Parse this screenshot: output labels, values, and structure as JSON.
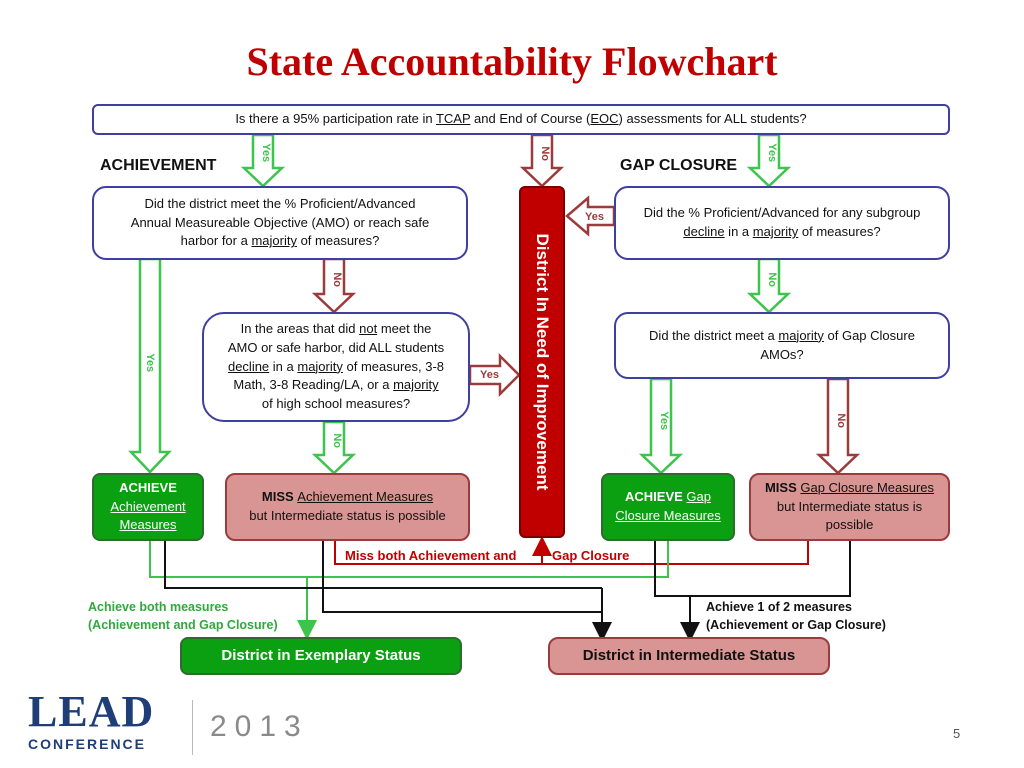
{
  "title": "State Accountability Flowchart",
  "colors": {
    "title": "#c00000",
    "blue_border": "#3f3f9f",
    "green": "#0aa012",
    "pink": "#d99594",
    "red": "#c00000",
    "green_arrow": "#3cc44c",
    "dark_red_arrow": "#9b3b3b"
  },
  "top_question": {
    "pre": "Is there a 95% participation rate in ",
    "tcap": "TCAP",
    "mid": " and End of Course (",
    "eoc": "EOC",
    "post": ") assessments for ALL students?"
  },
  "headers": {
    "achievement": "ACHIEVEMENT",
    "gap_closure": "GAP CLOSURE"
  },
  "q_amo": {
    "l1": "Did the district  meet the  % Proficient/Advanced",
    "l2": "Annual Measureable Objective (AMO) or reach safe",
    "l3a": "harbor for a ",
    "l3u": "majority",
    "l3b": " of measures?"
  },
  "q_decline": {
    "l1a": "In the areas that did ",
    "l1u": "not",
    "l1b": " meet the",
    "l2": "AMO or safe harbor, did ALL students",
    "l3u1": "decline",
    "l3a": " in a ",
    "l3u2": "majority",
    "l3b": "  of measures, 3-8",
    "l4a": "Math, 3-8 Reading/LA, or a ",
    "l4u": "majority",
    "l5": "of high school measures?"
  },
  "q_subgroup": {
    "l1": "Did the % Proficient/Advanced for any subgroup",
    "l2u1": "decline",
    "l2a": " in a ",
    "l2u2": "majority",
    "l2b": " of measures?"
  },
  "q_gap": {
    "l1a": "Did the district meet a ",
    "l1u": "majority",
    "l1b": " of Gap Closure",
    "l2": "AMOs?"
  },
  "red_bar": "District In Need of Improvement",
  "achieve_ach": {
    "l1": "ACHIEVE",
    "l2": "Achievement",
    "l3": "Measures"
  },
  "miss_ach": {
    "bold": "MISS ",
    "u": "Achievement Measures",
    "l2": "but Intermediate status is possible"
  },
  "achieve_gap": {
    "bold": "ACHIEVE ",
    "u1": "Gap",
    "u2": "Closure Measures"
  },
  "miss_gap": {
    "bold": "MISS ",
    "u": "Gap Closure Measures",
    "l2": "but Intermediate status is",
    "l3": "possible"
  },
  "arrow_labels": {
    "yes": "Yes",
    "no": "No"
  },
  "miss_both": {
    "a": "Miss both Achievement  and",
    "b": "Gap Closure"
  },
  "achieve_both": {
    "l1": "Achieve both measures",
    "l2": "(Achievement and Gap Closure)"
  },
  "achieve_one": {
    "l1": "Achieve 1 of 2 measures",
    "l2": "(Achievement or Gap Closure)"
  },
  "exemplary": "District in Exemplary Status",
  "intermediate": "District in Intermediate Status",
  "logo": {
    "lead": "LEAD",
    "conference": "CONFERENCE"
  },
  "year": "2013",
  "page_number": "5"
}
